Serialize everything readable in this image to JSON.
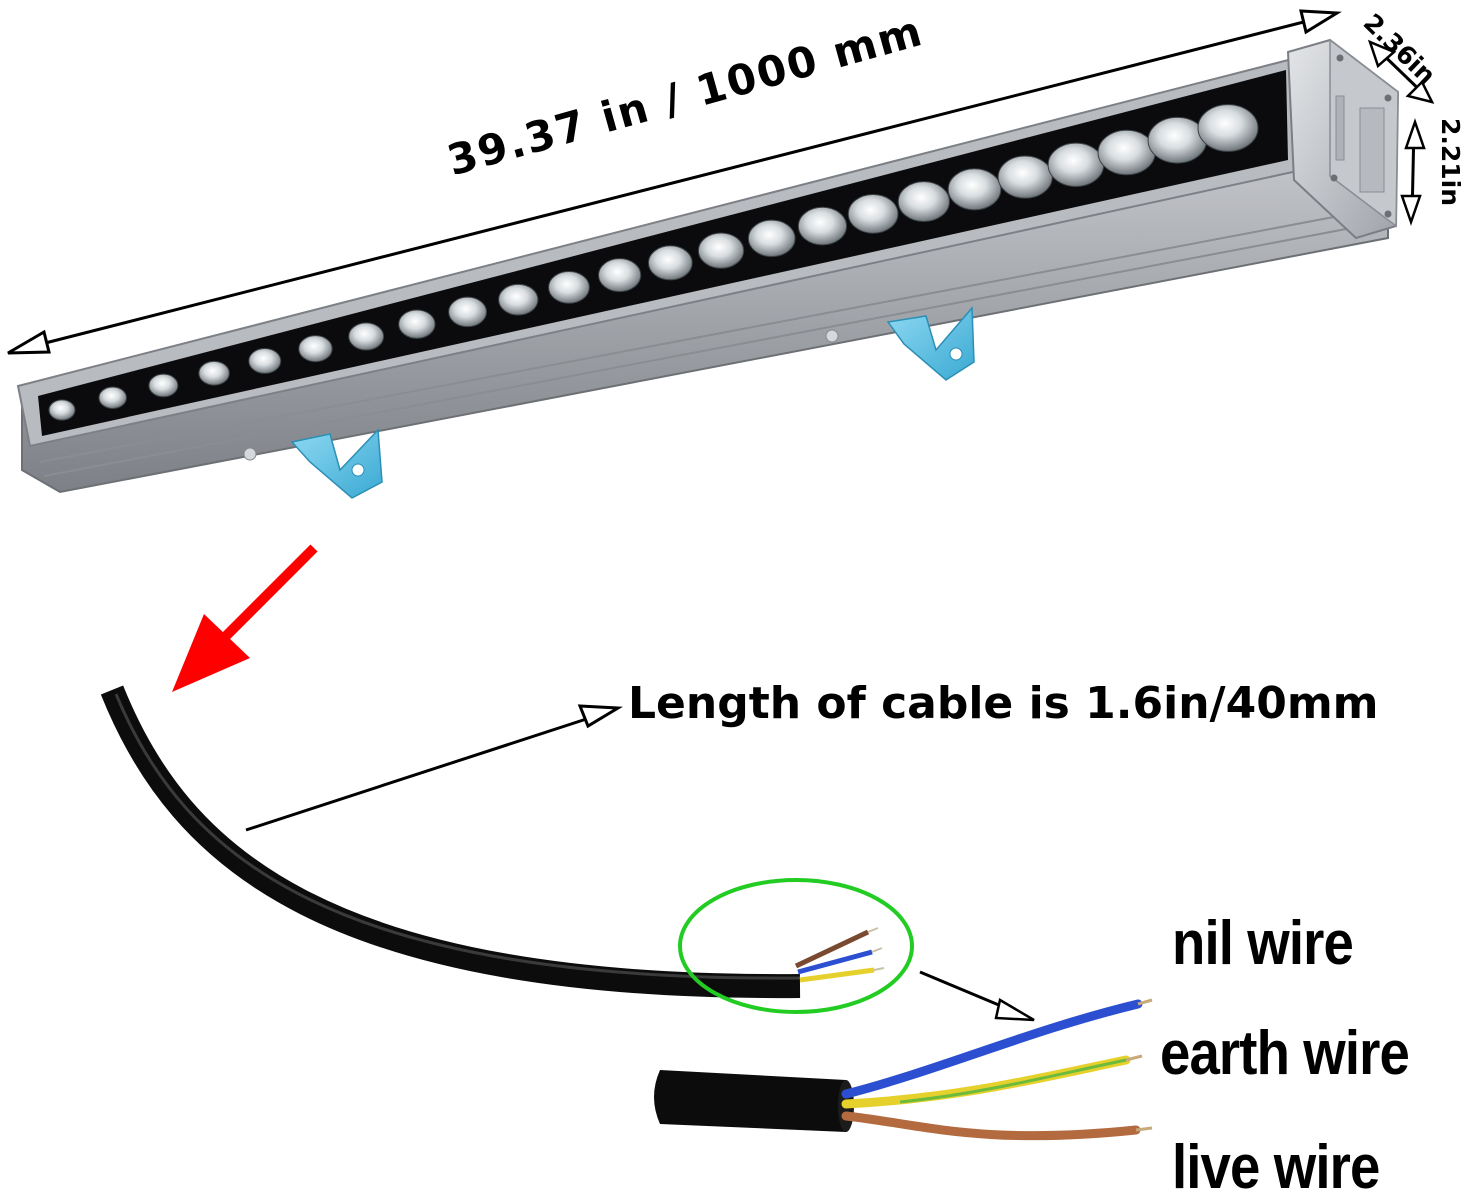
{
  "dimensions": {
    "length_label": "39.37 in / 1000 mm",
    "width_label": "2.36in",
    "height_label": "2.21in"
  },
  "cable": {
    "note": "Length of cable is 1.6in/40mm"
  },
  "wires": [
    {
      "label": "nil wire",
      "color": "#2b4fd0"
    },
    {
      "label": "earth wire",
      "color": "#d8cc2a"
    },
    {
      "label": "live wire",
      "color": "#b36a3f"
    }
  ],
  "colors": {
    "bar_body": "#a9acb1",
    "led_strip": "#0b0b0d",
    "bracket": "#5cc3e6",
    "pointer_arrow": "#ff0000",
    "highlight_circle": "#22cc22",
    "cable_jacket": "#0c0c0c"
  },
  "led_count": 24
}
